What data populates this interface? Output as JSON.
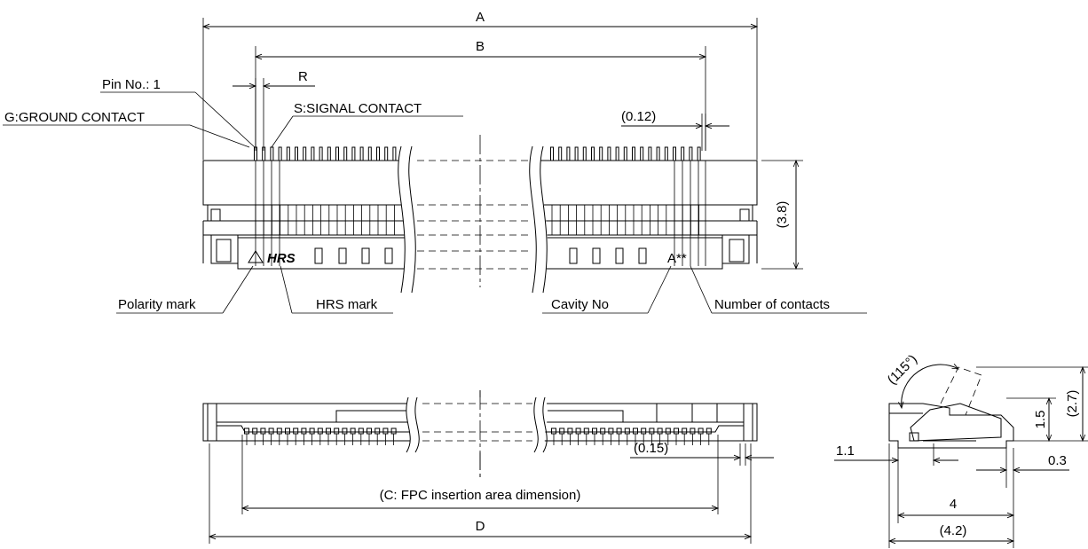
{
  "front_view": {
    "dims": {
      "a": "A",
      "b": "B",
      "r": "R",
      "pitch_gap": "(0.12)",
      "height": "(3.8)"
    },
    "labels": {
      "pin1": "Pin No.: 1",
      "ground": "G:GROUND CONTACT",
      "signal": "S:SIGNAL CONTACT",
      "polarity": "Polarity mark",
      "hrs": "HRS mark",
      "cavity": "Cavity No",
      "contacts": "Number of contacts"
    },
    "marks": {
      "hrs_logo": "HRS",
      "cavity_mark": "A**"
    }
  },
  "bottom_view": {
    "dims": {
      "c": "(C: FPC insertion area dimension)",
      "d": "D",
      "gap": "(0.15)"
    }
  },
  "side_view": {
    "dims": {
      "angle": "(115°)",
      "h1": "1.5",
      "h2": "(2.7)",
      "d1": "1.1",
      "d2": "0.3",
      "w1": "4",
      "w2": "(4.2)"
    }
  }
}
